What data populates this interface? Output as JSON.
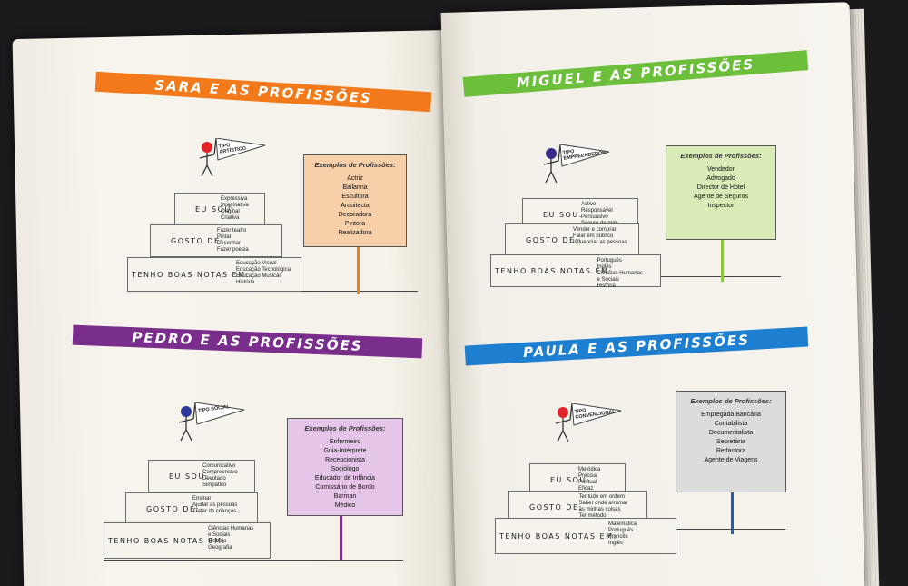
{
  "sections": [
    {
      "title": "SARA E AS PROFISSÕES",
      "color": "#f27a1a",
      "tipo": "TIPO ARTÍSTICO",
      "figure_color": "#e2232a",
      "eu_sou_label": "EU SOU:",
      "eu_sou": [
        "Expressiva",
        "Imaginativa",
        "Original",
        "Criativa"
      ],
      "gosto_label": "GOSTO DE:",
      "gosto": [
        "Fazer teatro",
        "Pintar",
        "Desenhar",
        "Fazer poesia"
      ],
      "notas_label": "TENHO BOAS NOTAS EM:",
      "notas": [
        "Educação Visual",
        "Educação Tecnológica",
        "Educação Musical",
        "História"
      ],
      "sign_title": "Exemplos de Profissões:",
      "sign_color": "#f7cfa8",
      "pole_color": "#f27a1a",
      "professions": [
        "Actriz",
        "Bailarina",
        "Escultora",
        "Arquitecta",
        "Decoradora",
        "Pintora",
        "Realizadora"
      ]
    },
    {
      "title": "MIGUEL E AS PROFISSÕES",
      "color": "#6cbf3a",
      "tipo": "TIPO EMPREENDEDOR",
      "figure_color": "#3a2d8a",
      "eu_sou_label": "EU SOU:",
      "eu_sou": [
        "Activo",
        "Responsável",
        "Persuasivo",
        "Seguro de mim mesmo"
      ],
      "gosto_label": "GOSTO DE:",
      "gosto": [
        "Vender e comprar",
        "Falar em público",
        "Influenciar as pessoas"
      ],
      "notas_label": "TENHO BOAS NOTAS EM:",
      "notas": [
        "Português",
        "Inglês",
        "Ciências Humanas",
        "e Sociais",
        "História"
      ],
      "sign_title": "Exemplos de Profissões:",
      "sign_color": "#d9ecb8",
      "pole_color": "#8cc63f",
      "professions": [
        "Vendedor",
        "Advogado",
        "Director de Hotel",
        "Agente de Seguros",
        "Inspector"
      ]
    },
    {
      "title": "PEDRO E AS PROFISSÕES",
      "color": "#7a2e8c",
      "tipo": "TIPO SOCIAL",
      "figure_color": "#2e3a9a",
      "eu_sou_label": "EU SOU:",
      "eu_sou": [
        "Comunicativo",
        "Compreensivo",
        "Devotado",
        "Simpático"
      ],
      "gosto_label": "GOSTO DE:",
      "gosto": [
        "Ensinar",
        "Ajudar as pessoas",
        "Tratar de crianças"
      ],
      "notas_label": "TENHO BOAS NOTAS EM:",
      "notas": [
        "Ciências Humanas",
        "e Sociais",
        "História",
        "Geografia"
      ],
      "sign_title": "Exemplos de Profissões:",
      "sign_color": "#e6c6e8",
      "pole_color": "#7a2e8c",
      "professions": [
        "Enfermeiro",
        "Guia-Intérprete",
        "Recepcionista",
        "Sociólogo",
        "Educador de Infância",
        "Comissário de Bordo",
        "Barman",
        "Médico"
      ]
    },
    {
      "title": "PAULA E AS PROFISSÕES",
      "color": "#1e7fd0",
      "tipo": "TIPO CONVENCIONAL",
      "figure_color": "#e2232a",
      "eu_sou_label": "EU SOU:",
      "eu_sou": [
        "Metódica",
        "Precisa",
        "Pontual",
        "Eficaz"
      ],
      "gosto_label": "GOSTO DE:",
      "gosto": [
        "Ter tudo em ordem",
        "Saber onde arrumar",
        "as minhas coisas",
        "Ter método"
      ],
      "notas_label": "TENHO BOAS NOTAS EM:",
      "notas": [
        "Matemática",
        "Português",
        "Francês",
        "Inglês"
      ],
      "sign_title": "Exemplos de Profissões:",
      "sign_color": "#dcdcdc",
      "pole_color": "#1e5fb0",
      "professions": [
        "Empregada Bancária",
        "Contabilista",
        "Documentalista",
        "Secretária",
        "Redactora",
        "Agente de Viagens"
      ]
    }
  ]
}
